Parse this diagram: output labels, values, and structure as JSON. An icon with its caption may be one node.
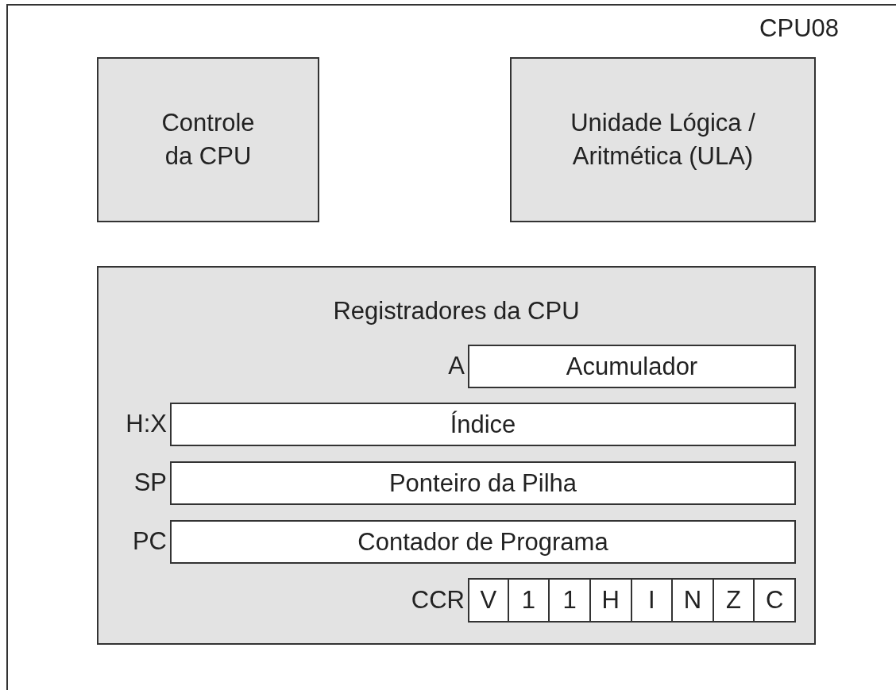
{
  "diagram": {
    "nodes": [
      {
        "text": [
          "CPU08"
        ]
      },
      {
        "text": [
          "Controle da CPU"
        ],
        "in": 0
      },
      {
        "text": [
          "Unidade Lógica / Aritmética (ULA)"
        ],
        "in": 0
      },
      {
        "text": [
          "Registradores da CPU"
        ],
        "in": 0
      },
      {
        "text": [
          "Acumulador"
        ],
        "in": 3,
        "beside": [
          "A"
        ]
      },
      {
        "text": [
          "Índice"
        ],
        "in": 3,
        "beside": [
          "H:X"
        ]
      },
      {
        "text": [
          "Ponteiro da Pilha"
        ],
        "in": 3,
        "beside": [
          "SP"
        ]
      },
      {
        "text": [
          "Contador de Programa"
        ],
        "in": 3,
        "beside": [
          "PC"
        ]
      },
      {
        "text": [
          "V"
        ],
        "in": 3,
        "beside": [
          "CCR"
        ]
      },
      {
        "text": [
          "1"
        ],
        "in": 3
      },
      {
        "text": [
          "1"
        ],
        "in": 3
      },
      {
        "text": [
          "H"
        ],
        "in": 3
      },
      {
        "text": [
          "I"
        ],
        "in": 3
      },
      {
        "text": [
          "N"
        ],
        "in": 3
      },
      {
        "text": [
          "Z"
        ],
        "in": 3
      },
      {
        "text": [
          "C"
        ],
        "in": 3
      }
    ]
  }
}
